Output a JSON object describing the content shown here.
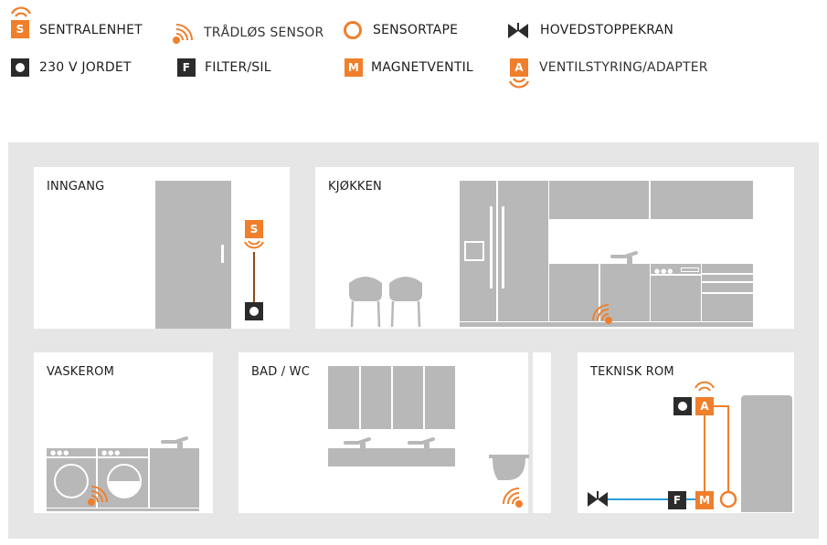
{
  "legend": {
    "central_unit": {
      "badge": "S",
      "label": "SENTRALENHET"
    },
    "wireless_sensor": {
      "label": "TRÅDLØS SENSOR"
    },
    "sensor_tape": {
      "label": "SENSORTAPE"
    },
    "main_valve": {
      "label": "HOVEDSTOPPEKRAN"
    },
    "grounded_230v": {
      "label": "230 V JORDET"
    },
    "filter": {
      "badge": "F",
      "label": "FILTER/SIL"
    },
    "magnet_valve": {
      "badge": "M",
      "label": "MAGNETVENTIL"
    },
    "valve_adapter": {
      "badge": "A",
      "label": "VENTILSTYRING/ADAPTER"
    }
  },
  "rooms": {
    "entrance": {
      "label": "INNGANG",
      "central_badge": "S"
    },
    "kitchen": {
      "label": "KJØKKEN"
    },
    "laundry": {
      "label": "VASKEROM"
    },
    "bathroom": {
      "label": "BAD / WC"
    },
    "technical": {
      "label": "TEKNISK ROM",
      "adapter_badge": "A",
      "filter_badge": "F",
      "magnet_badge": "M"
    }
  },
  "colors": {
    "accent_orange": "#f07f2c",
    "dark": "#2b2b2b",
    "fixture_gray": "#b8b8b8",
    "house_bg": "#e6e6e6",
    "pipe_blue": "#2a9fd6"
  }
}
